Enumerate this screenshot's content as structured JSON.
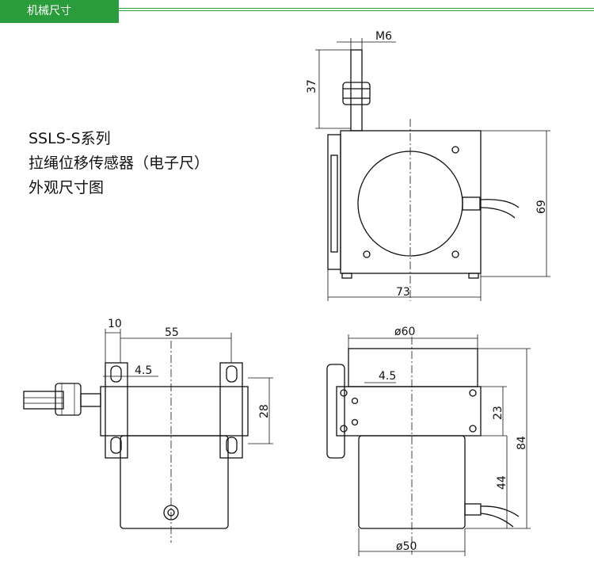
{
  "header": {
    "title": "机械尺寸"
  },
  "description": {
    "line1": "SSLS-S系列",
    "line2": "拉绳位移传感器（电子尺）",
    "line3": "外观尺寸图"
  },
  "dimensions": {
    "top_view": {
      "thread": "M6",
      "height_37": "37",
      "height_69": "69",
      "width_73": "73"
    },
    "front_view": {
      "d10": "10",
      "d55": "55",
      "d45": "4.5",
      "d28": "28"
    },
    "side_view": {
      "dia60": "ø60",
      "d45": "4.5",
      "d23": "23",
      "d84": "84",
      "d44": "44",
      "dia50": "ø50"
    }
  }
}
